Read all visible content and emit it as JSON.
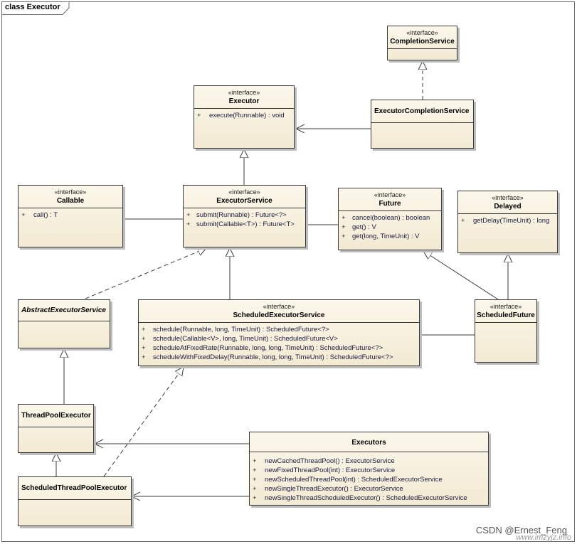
{
  "frame": {
    "title": "class Executor"
  },
  "classes": {
    "completion_service": {
      "stereotype": "«interface»",
      "name": "CompletionService"
    },
    "executor": {
      "stereotype": "«interface»",
      "name": "Executor",
      "ops": [
        {
          "vis": "+",
          "text": "execute(Runnable) : void"
        }
      ]
    },
    "executor_completion_service": {
      "name": "ExecutorCompletionService"
    },
    "callable": {
      "stereotype": "«interface»",
      "name": "Callable",
      "ops": [
        {
          "vis": "+",
          "text": "call() : T"
        }
      ]
    },
    "executor_service": {
      "stereotype": "«interface»",
      "name": "ExecutorService",
      "ops": [
        {
          "vis": "+",
          "text": "submit(Runnable) : Future<?>"
        },
        {
          "vis": "+",
          "text": "submit(Callable<T>) : Future<T>"
        }
      ]
    },
    "future": {
      "stereotype": "«interface»",
      "name": "Future",
      "ops": [
        {
          "vis": "+",
          "text": "cancel(boolean) : boolean"
        },
        {
          "vis": "+",
          "text": "get() : V"
        },
        {
          "vis": "+",
          "text": "get(long, TimeUnit) : V"
        }
      ]
    },
    "delayed": {
      "stereotype": "«interface»",
      "name": "Delayed",
      "ops": [
        {
          "vis": "+",
          "text": "getDelay(TimeUnit) : long"
        }
      ]
    },
    "abstract_executor_service": {
      "name": "AbstractExecutorService"
    },
    "scheduled_executor_service": {
      "stereotype": "«interface»",
      "name": "ScheduledExecutorService",
      "ops": [
        {
          "vis": "+",
          "text": "schedule(Runnable, long, TimeUnit) : ScheduledFuture<?>"
        },
        {
          "vis": "+",
          "text": "schedule(Callable<V>, long, TimeUnit) : ScheduledFuture<V>"
        },
        {
          "vis": "+",
          "text": "scheduleAtFixedRate(Runnable, long, long, TimeUnit) : ScheduledFuture<?>"
        },
        {
          "vis": "+",
          "text": "scheduleWithFixedDelay(Runnable, long, long, TimeUnit) : ScheduledFuture<?>"
        }
      ]
    },
    "scheduled_future": {
      "stereotype": "«interface»",
      "name": "ScheduledFuture"
    },
    "thread_pool_executor": {
      "name": "ThreadPoolExecutor"
    },
    "executors": {
      "name": "Executors",
      "ops": [
        {
          "vis": "+",
          "text": "newCachedThreadPool() : ExecutorService"
        },
        {
          "vis": "+",
          "text": "newFixedThreadPool(int) : ExecutorService"
        },
        {
          "vis": "+",
          "text": "newScheduledThreadPool(int) : ScheduledExecutorService"
        },
        {
          "vis": "+",
          "text": "newSingleThreadExecutor() : ExecutorService"
        },
        {
          "vis": "+",
          "text": "newSingleThreadScheduledExecutor() : ScheduledExecutorService"
        }
      ]
    },
    "scheduled_thread_pool_executor": {
      "name": "ScheduledThreadPoolExecutor"
    }
  },
  "watermark": {
    "csdn": "CSDN @Ernest_Feng",
    "site": "www.imzyjz.info"
  },
  "colors": {
    "box_top": "#fbf7ea",
    "box_bottom": "#f3ead3",
    "line": "#3a3a3a"
  }
}
